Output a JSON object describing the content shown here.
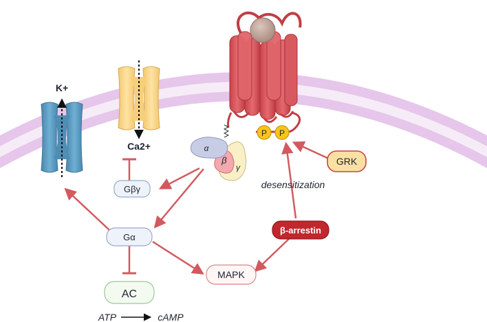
{
  "nodes": {
    "k_channel": "K+",
    "ca_channel": "Ca2+",
    "g_beta_gamma": "Gβγ",
    "g_alpha": "Gα",
    "ac": "AC",
    "mapk": "MAPK",
    "beta_arrestin": "β-arrestin",
    "grk": "GRK"
  },
  "subunits": {
    "alpha": "α",
    "beta": "β",
    "gamma": "γ"
  },
  "phospho": {
    "p1": "P",
    "p2": "P"
  },
  "annotations": {
    "desensitization": "desensitization",
    "atp": "ATP",
    "camp": "cAMP"
  },
  "colors": {
    "membrane": "#e6c6ea",
    "receptor": "#d9545a",
    "k_channel": "#5a9cc0",
    "ca_channel": "#fbd98e",
    "arrow": "#d25a5f",
    "arrestin": "#c1272d",
    "phosphate": "#f8c51c"
  }
}
